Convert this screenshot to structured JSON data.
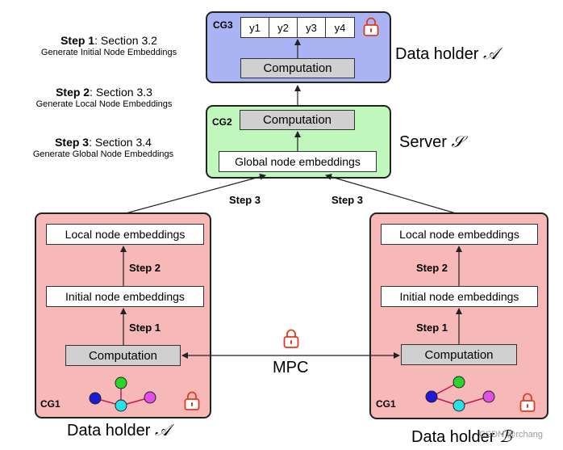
{
  "steps": [
    {
      "step": "Step 1",
      "section": ": Section 3.2",
      "desc": "Generate Initial Node Embeddings"
    },
    {
      "step": "Step 2",
      "section": ": Section 3.3",
      "desc": "Generate Local Node Embeddings"
    },
    {
      "step": "Step 3",
      "section": ": Section 3.4",
      "desc": "Generate Global Node Embeddings"
    }
  ],
  "cg3": {
    "tag": "CG3",
    "labels": [
      "y1",
      "y2",
      "y3",
      "y4"
    ],
    "computation": "Computation",
    "title_text": "Data holder ",
    "title_symbol": "𝒜",
    "color": "#aab4f5"
  },
  "cg2": {
    "tag": "CG2",
    "computation": "Computation",
    "global": "Global node embeddings",
    "title_text": "Server ",
    "title_symbol": "𝒮",
    "color": "#bff7bd"
  },
  "left": {
    "tag": "CG1",
    "local": "Local node embeddings",
    "initial": "Initial node embeddings",
    "computation": "Computation",
    "step1": "Step 1",
    "step2": "Step 2",
    "title_text": "Data holder ",
    "title_symbol": "𝒜",
    "color": "#f7b8b8"
  },
  "right": {
    "tag": "CG1",
    "local": "Local node embeddings",
    "initial": "Initial node embeddings",
    "computation": "Computation",
    "step1": "Step 1",
    "step2": "Step 2",
    "title_text": "Data holder ",
    "title_symbol": "ℬ",
    "color": "#f7b8b8"
  },
  "arrows": {
    "step3_left": "Step 3",
    "step3_right": "Step 3"
  },
  "mpc": "MPC",
  "watermark": "CSDN @rchang",
  "icons": {
    "lock": "lock-icon",
    "lock_color": "#e03a1e"
  },
  "graph_colors": {
    "blue": "#1b1bd6",
    "green": "#2bd42b",
    "cyan": "#27e1e8",
    "magenta": "#e14fe6",
    "edge": "#c2185b"
  }
}
